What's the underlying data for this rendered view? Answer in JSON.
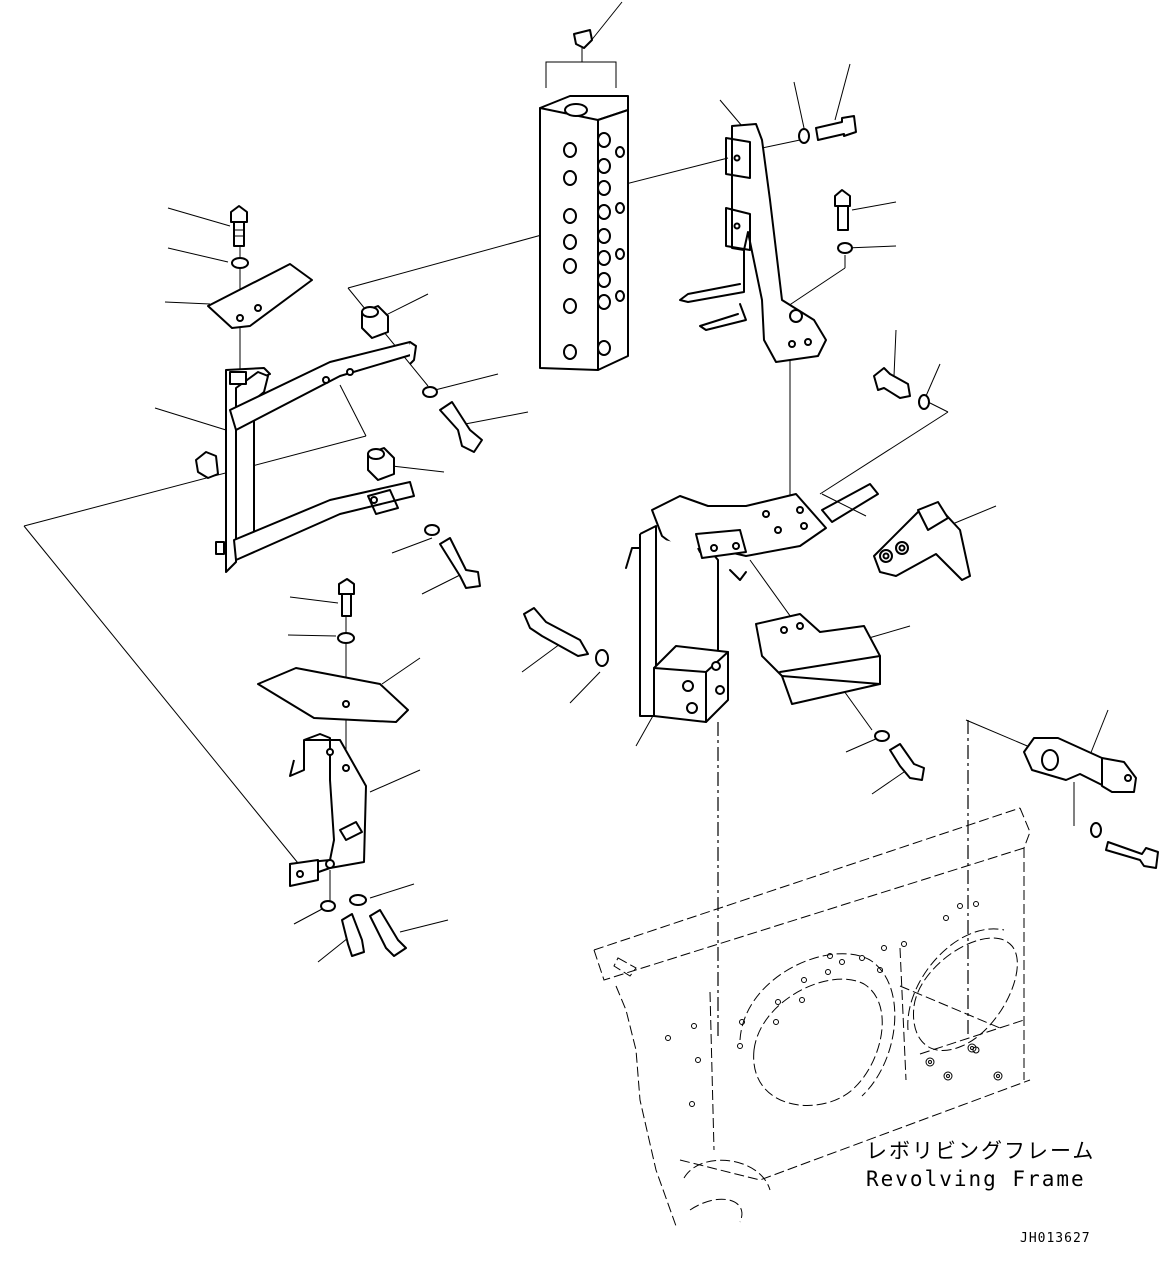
{
  "diagram": {
    "label_jp": "レボリビングフレーム",
    "label_en": "Revolving Frame",
    "drawing_code": "JH013627"
  }
}
